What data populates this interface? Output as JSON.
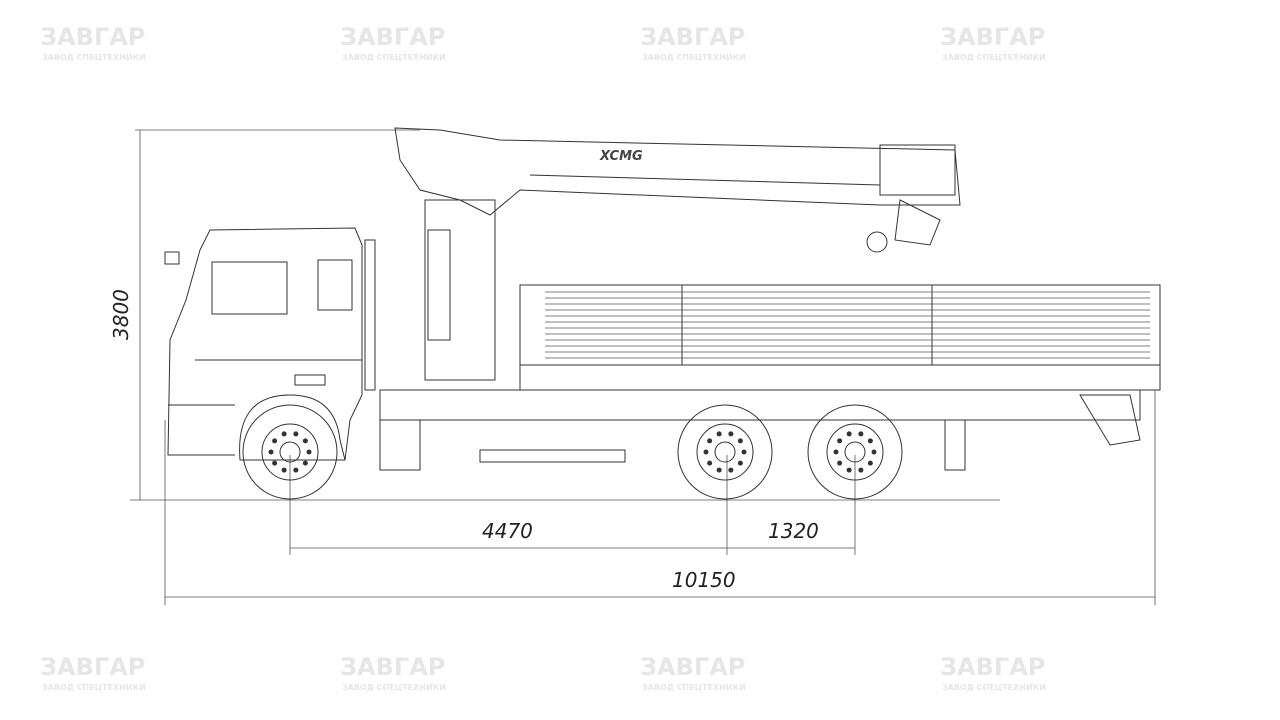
{
  "watermark": {
    "brand": "ЗАВГАР",
    "tagline": "ЗАВОД СПЕЦТЕХНИКИ"
  },
  "crane_logo": "XCMG",
  "dimensions": {
    "height": "3800",
    "wheelbase_front": "4470",
    "wheelbase_rear": "1320",
    "overall_length": "10150"
  }
}
